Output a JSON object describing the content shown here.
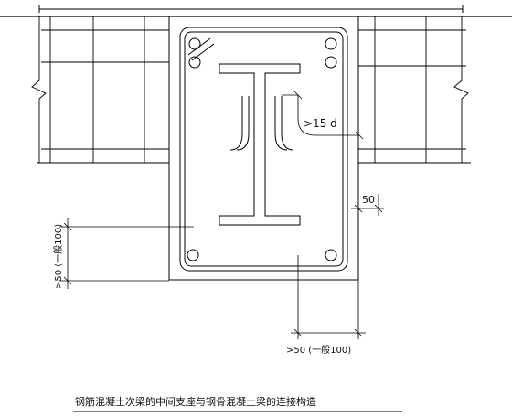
{
  "drawing": {
    "dim_overlap": ">15 d",
    "dim_edge": "50",
    "dim_vertical": ">50 (一般100)",
    "dim_horizontal": ">50 (一般100)",
    "caption": "钢筋混凝土次梁的中间支座与钢骨混凝土梁的连接构造"
  },
  "colors": {
    "line": "#000000",
    "background": "#ffffff"
  }
}
